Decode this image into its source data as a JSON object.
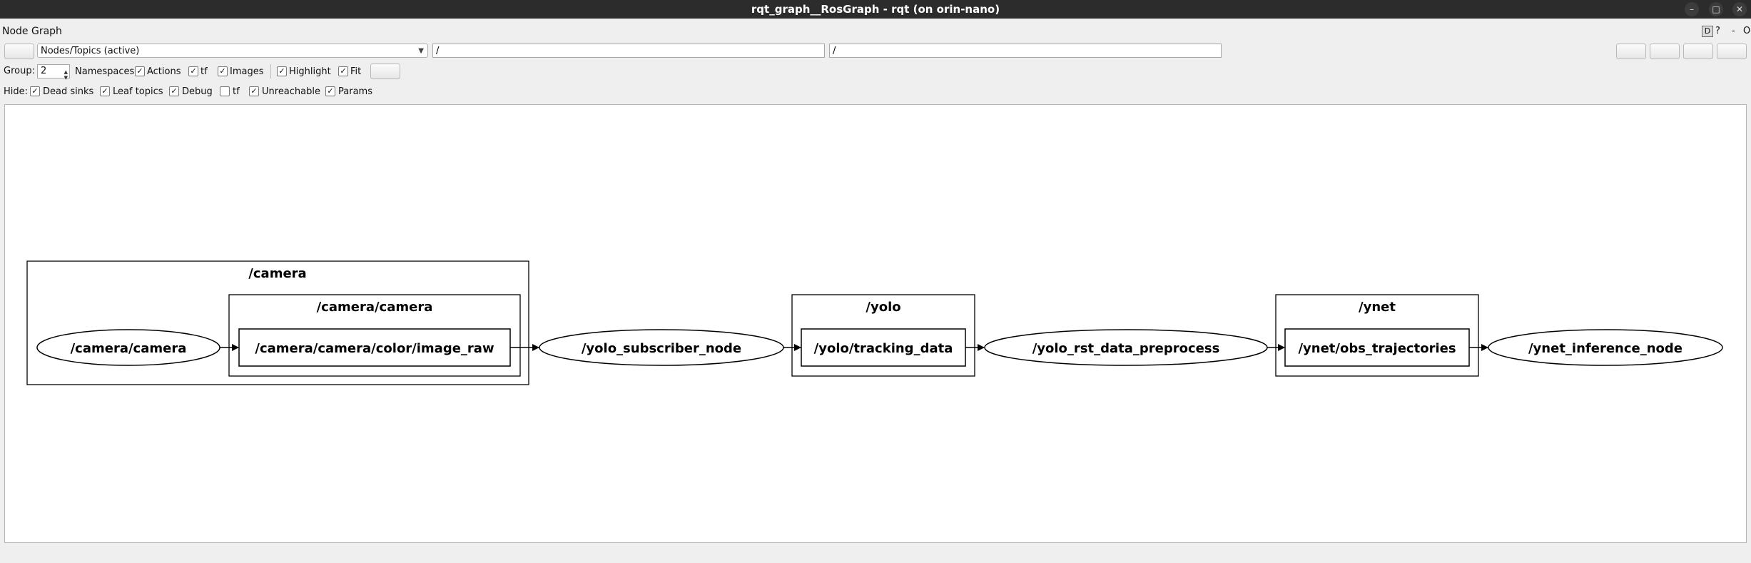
{
  "window": {
    "title": "rqt_graph__RosGraph - rqt (on orin-nano)",
    "controls": {
      "minimize": "–",
      "maximize": "□",
      "close": "✕"
    }
  },
  "menubar": {
    "plugin_name": "Node Graph",
    "d_label": "D",
    "help_label": "?",
    "minus_label": "-",
    "o_label": "O"
  },
  "toolbar": {
    "mode_selected": "Nodes/Topics (active)",
    "node_filter": "/",
    "topic_filter": "/",
    "refresh_icon": "refresh-icon",
    "save_buttons": [
      "save-dot-icon",
      "save-svg-icon",
      "save-image-icon",
      "load-icon"
    ]
  },
  "options": {
    "group_label": "Group:",
    "group_value": "2",
    "namespaces_label": "Namespaces",
    "actions_label": "Actions",
    "actions_checked": true,
    "tf_label": "tf",
    "tf_checked": true,
    "images_label": "Images",
    "images_checked": true,
    "highlight_label": "Highlight",
    "highlight_checked": true,
    "fit_label": "Fit",
    "fit_checked": true
  },
  "hide": {
    "label": "Hide:",
    "items": [
      {
        "label": "Dead sinks",
        "checked": true
      },
      {
        "label": "Leaf topics",
        "checked": true
      },
      {
        "label": "Debug",
        "checked": true
      },
      {
        "label": "tf",
        "checked": false
      },
      {
        "label": "Unreachable",
        "checked": true
      },
      {
        "label": "Params",
        "checked": true
      }
    ]
  },
  "graph": {
    "clusters": {
      "camera": "/camera",
      "camera_camera": "/camera/camera",
      "yolo": "/yolo",
      "ynet": "/ynet"
    },
    "nodes": {
      "camera_node": "/camera/camera",
      "yolo_subscriber": "/yolo_subscriber_node",
      "yolo_rst": "/yolo_rst_data_preprocess",
      "ynet_inference": "/ynet_inference_node"
    },
    "topics": {
      "image_raw": "/camera/camera/color/image_raw",
      "tracking_data": "/yolo/tracking_data",
      "obs_trajectories": "/ynet/obs_trajectories"
    }
  }
}
